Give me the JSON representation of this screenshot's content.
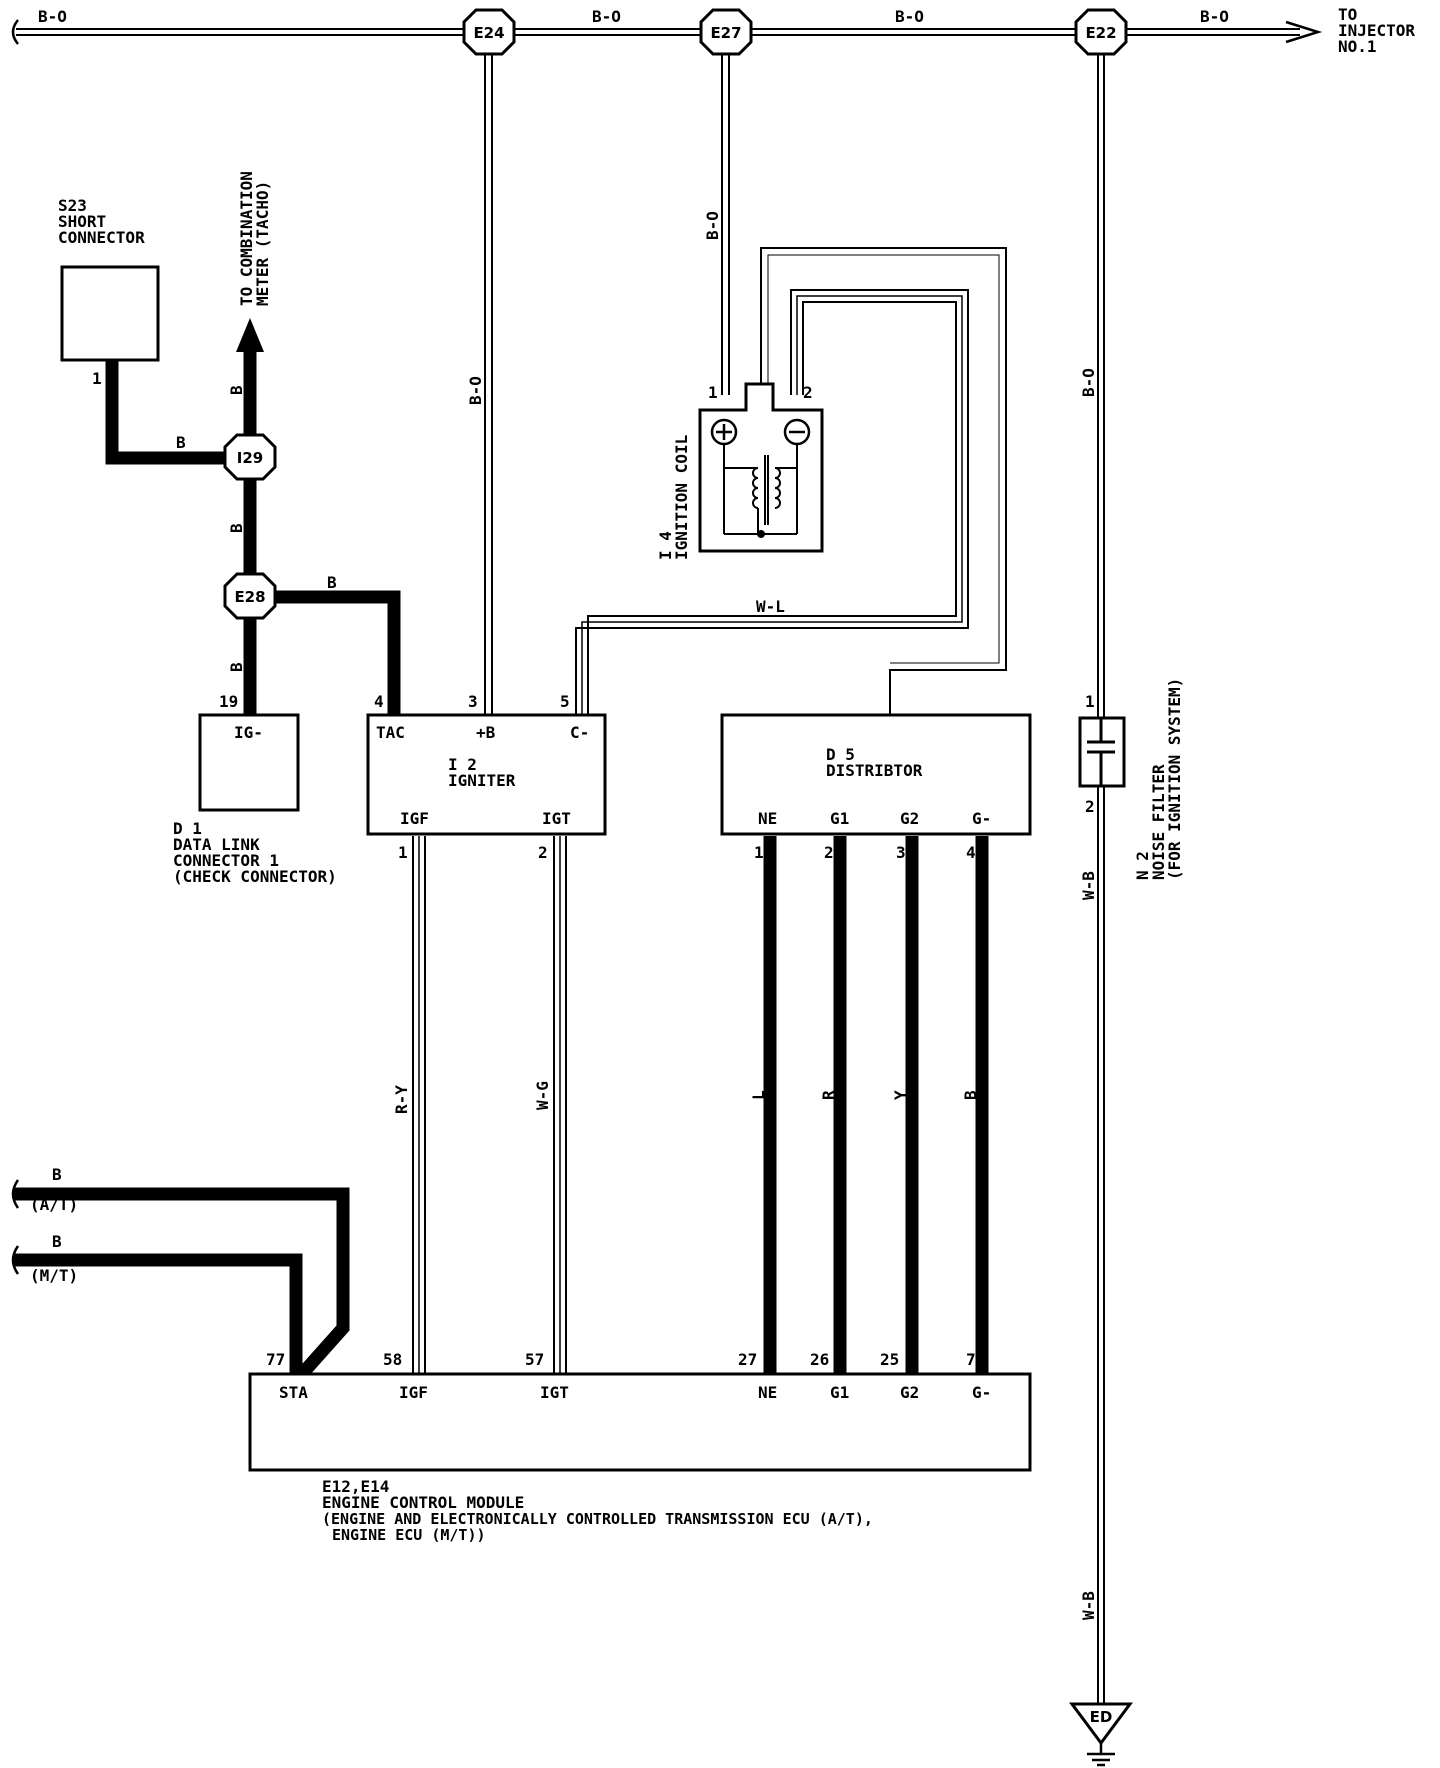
{
  "connectors": {
    "e24": "E24",
    "e27": "E27",
    "e22": "E22",
    "e28": "E28",
    "i29": "I29",
    "ed": "ED"
  },
  "wire_colors": {
    "b_o": "B-O",
    "b": "B",
    "w_l": "W-L",
    "r_y": "R-Y",
    "w_g": "W-G",
    "l": "L",
    "r": "R",
    "y": "Y",
    "w_b": "W-B"
  },
  "injector": {
    "line1": "TO",
    "line2": "INJECTOR",
    "line3": "NO.1"
  },
  "combination_meter": {
    "line1": "TO COMBINATION",
    "line2": "METER (TACHO)"
  },
  "s23": {
    "code": "S23",
    "name1": "SHORT",
    "name2": "CONNECTOR",
    "pin": "1"
  },
  "d1": {
    "code": "D 1",
    "name1": "DATA LINK",
    "name2": "CONNECTOR 1",
    "name3": "(CHECK CONNECTOR)",
    "terminal": "IG-",
    "pin": "19"
  },
  "i2": {
    "code": "I 2",
    "name": "IGNITER",
    "terminals_top": [
      "TAC",
      "+B",
      "C-"
    ],
    "pins_top": [
      "4",
      "3",
      "5"
    ],
    "terminals_bottom": [
      "IGF",
      "IGT"
    ],
    "pins_bottom": [
      "1",
      "2"
    ]
  },
  "i4": {
    "code": "I 4",
    "name": "IGNITION COIL",
    "pin1": "1",
    "pin2": "2"
  },
  "d5": {
    "code": "D 5",
    "name": "DISTRIBTOR",
    "terminals": [
      "NE",
      "G1",
      "G2",
      "G-"
    ],
    "pins": [
      "1",
      "2",
      "3",
      "4"
    ]
  },
  "n2": {
    "code": "N 2",
    "name1": "NOISE FILTER",
    "name2": "(FOR IGNITION SYSTEM)",
    "pin1": "1",
    "pin2": "2"
  },
  "ecm": {
    "code": "E12,E14",
    "name": "ENGINE CONTROL MODULE",
    "desc1": "(ENGINE AND ELECTRONICALLY CONTROLLED TRANSMISSION ECU (A/T),",
    "desc2": "ENGINE ECU (M/T))",
    "terminals": [
      "STA",
      "IGF",
      "IGT",
      "NE",
      "G1",
      "G2",
      "G-"
    ],
    "pins": [
      "77",
      "58",
      "57",
      "27",
      "26",
      "25",
      "7"
    ]
  },
  "variants": {
    "at": "(A/T)",
    "mt": "(M/T)"
  }
}
